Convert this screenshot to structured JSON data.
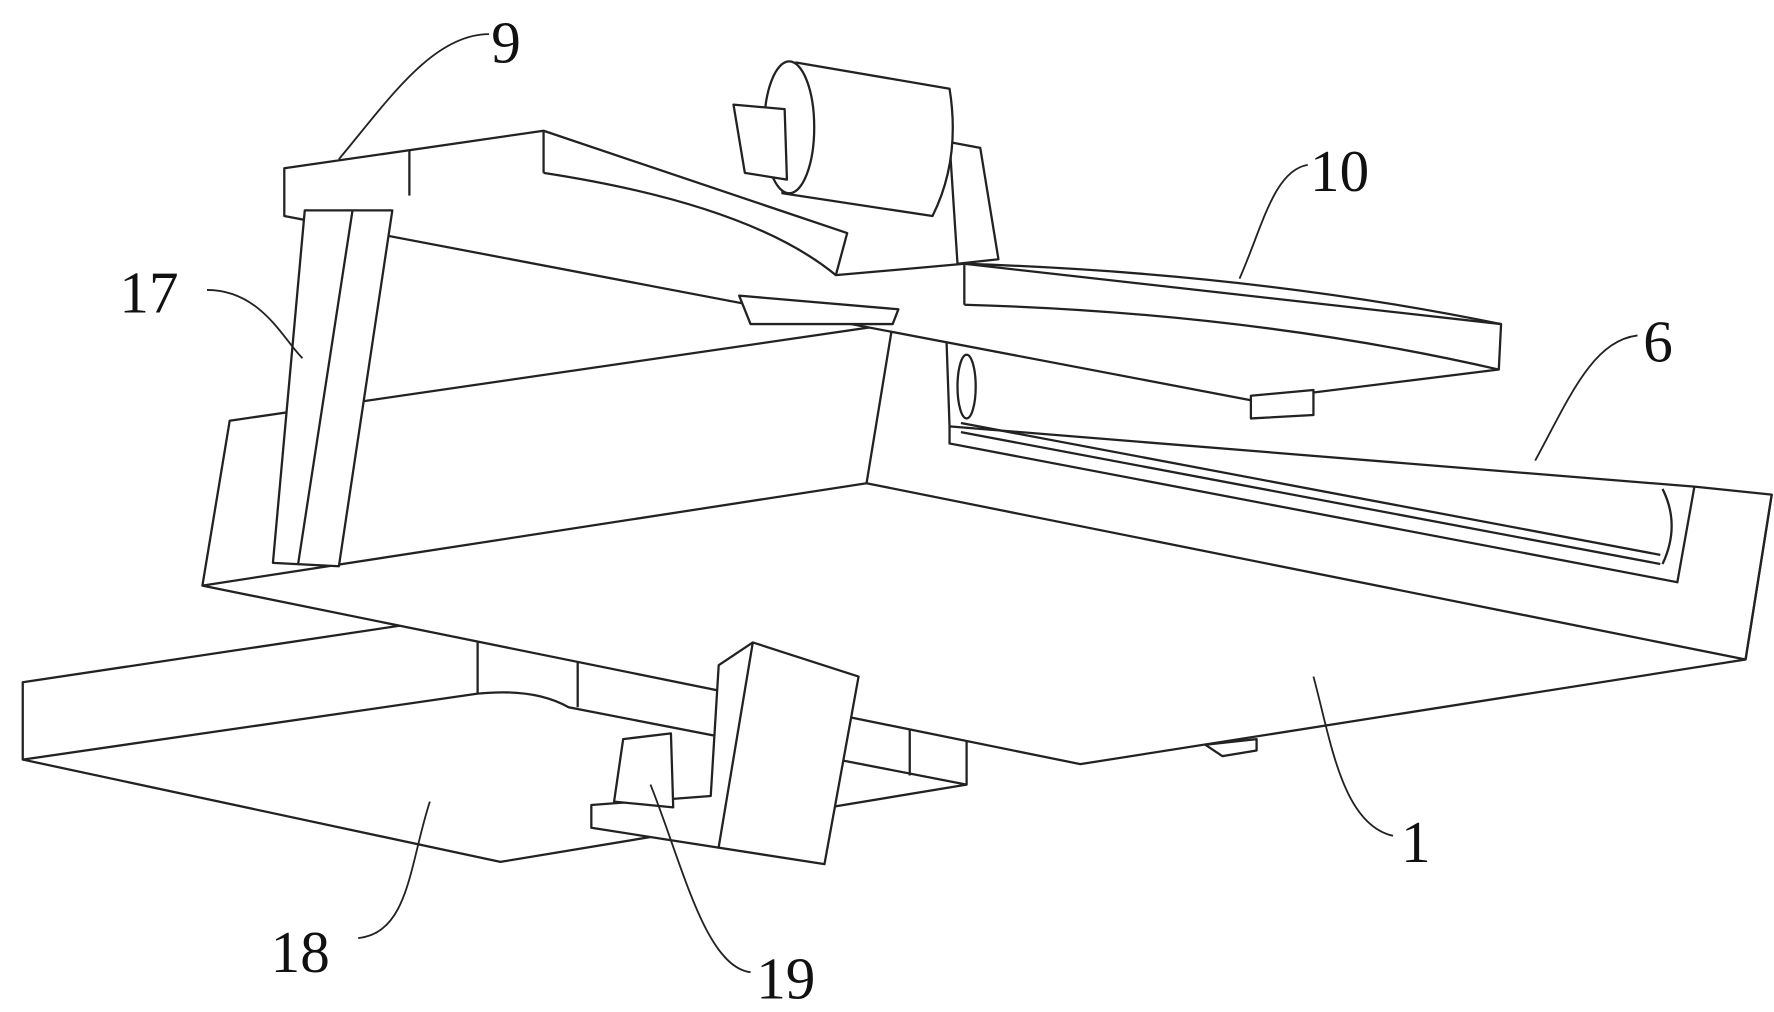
{
  "figure": {
    "labels": {
      "part_9": "9",
      "part_10": "10",
      "part_17": "17",
      "part_6": "6",
      "part_1": "1",
      "part_18": "18",
      "part_19": "19"
    }
  }
}
